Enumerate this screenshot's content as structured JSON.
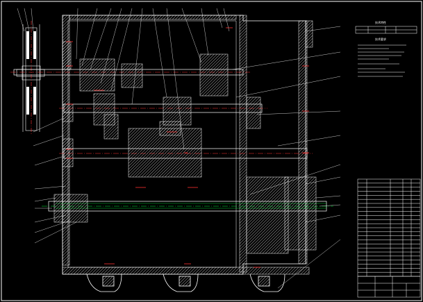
{
  "drawing": {
    "background": "#000000",
    "line_color": "#ffffff",
    "center_line_color": "#ff3030",
    "hatch_color": "#ffffff",
    "shaft_highlight_color": "#00ff40",
    "frame": {
      "border": "white"
    },
    "leaders": {
      "top_callouts": [
        "",
        "",
        "",
        "",
        "",
        "",
        "",
        "",
        "",
        "",
        "",
        "",
        ""
      ],
      "left_callouts": [
        "",
        "",
        "",
        "",
        "",
        "",
        "",
        "",
        "",
        "",
        ""
      ],
      "right_callouts": [
        "",
        "",
        "",
        "",
        "",
        "",
        "",
        "",
        "",
        "",
        ""
      ]
    }
  },
  "tech_spec_table": {
    "title": "技术特性",
    "rows": [
      [
        "",
        "",
        "",
        ""
      ],
      [
        "",
        "",
        "",
        ""
      ]
    ]
  },
  "tech_requirements": {
    "title": "技术要求",
    "lines": [
      "",
      "",
      "",
      "",
      "",
      "",
      ""
    ]
  },
  "parts_list": {
    "rows": 24,
    "title_block": {
      "label": ""
    }
  }
}
